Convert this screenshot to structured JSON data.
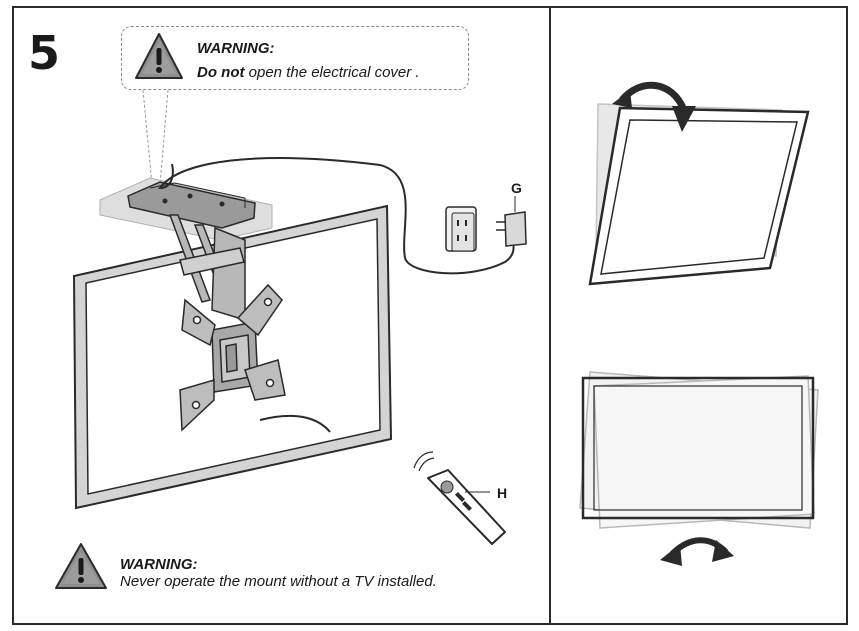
{
  "step": {
    "number": "5"
  },
  "warning_top": {
    "title": "WARNING:",
    "emphasis": "Do not",
    "text": " open the electrical cover ."
  },
  "warning_bottom": {
    "title": "WARNING:",
    "text": "Never operate the mount without a TV installed."
  },
  "callouts": {
    "adapter": "G",
    "remote": "H"
  },
  "icons": [
    "warning-triangle-icon",
    "rotate-arrow-icon",
    "swivel-arrow-icon"
  ]
}
